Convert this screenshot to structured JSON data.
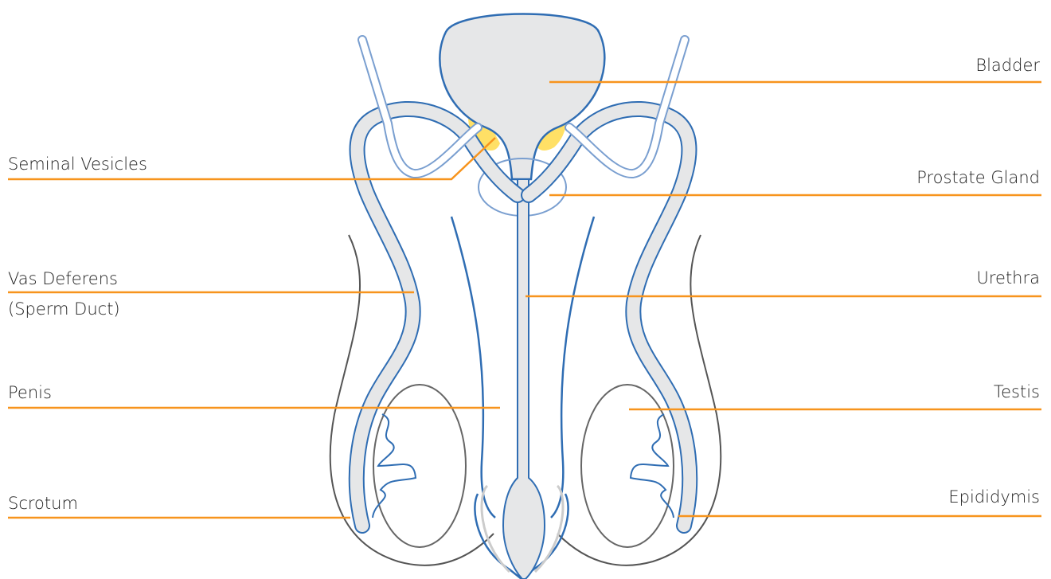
{
  "labels": {
    "bladder": "Bladder",
    "seminal_vesicles": "Seminal Vesicles",
    "prostate_gland": "Prostate Gland",
    "vas_deferens": "Vas Deferens",
    "vas_deferens_sub": "(Sperm Duct)",
    "urethra": "Urethra",
    "penis": "Penis",
    "testis": "Testis",
    "scrotum": "Scrotum",
    "epididymis": "Epididymis"
  },
  "colors": {
    "leader_line": "#f7941d",
    "duct_stroke": "#2f6db3",
    "duct_fill": "#e6e7e8",
    "vesicle_fill": "#ffe066",
    "outline_gray": "#555555",
    "light_blue_stroke": "#7a9fd0"
  }
}
